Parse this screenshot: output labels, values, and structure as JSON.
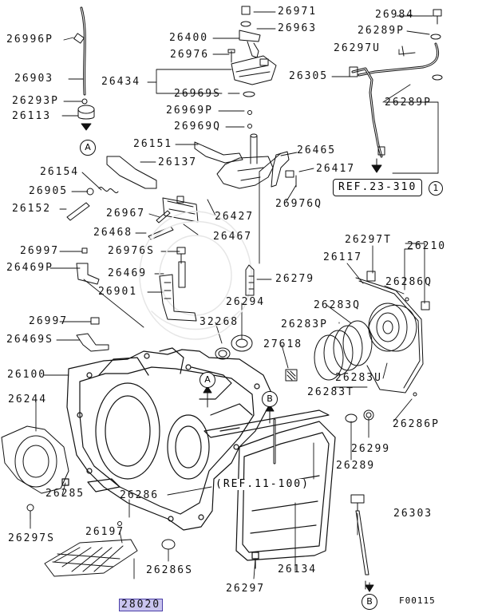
{
  "diagram": {
    "figure_id": "F00115",
    "highlighted_part": "28020",
    "references": {
      "ref_23": "REF.23-310",
      "ref_23_num": "1",
      "ref_11": "(REF.11-100)"
    },
    "connectors": {
      "a": "A",
      "b": "B"
    },
    "parts": {
      "p26971": "26971",
      "p26984": "26984",
      "p26963": "26963",
      "p26289P_top": "26289P",
      "p26996P": "26996P",
      "p26400": "26400",
      "p26297U": "26297U",
      "p26976": "26976",
      "p26903": "26903",
      "p26434": "26434",
      "p26305": "26305",
      "p26969S": "26969S",
      "p26289P_mid": "26289P",
      "p26293P": "26293P",
      "p26969P": "26969P",
      "p26113": "26113",
      "p26969Q": "26969Q",
      "p26151": "26151",
      "p26465": "26465",
      "p26137": "26137",
      "p26417": "26417",
      "p26154": "26154",
      "p26905": "26905",
      "p26976Q": "26976Q",
      "p26152": "26152",
      "p26967": "26967",
      "p26427": "26427",
      "p26468": "26468",
      "p26467": "26467",
      "p26297T": "26297T",
      "p26210": "26210",
      "p26997_a": "26997",
      "p26976S": "26976S",
      "p26117": "26117",
      "p26469P": "26469P",
      "p26469": "26469",
      "p26279": "26279",
      "p26286Q": "26286Q",
      "p26901": "26901",
      "p26294": "26294",
      "p26283Q": "26283Q",
      "p26997_b": "26997",
      "p32268": "32268",
      "p26283P": "26283P",
      "p26469S": "26469S",
      "p27618": "27618",
      "p26100": "26100",
      "p26283U": "26283U",
      "p26283T": "26283T",
      "p26244": "26244",
      "p26286P": "26286P",
      "p26299": "26299",
      "p26289_bot": "26289",
      "p26285": "26285",
      "p26286": "26286",
      "p26303": "26303",
      "p26297S": "26297S",
      "p26197": "26197",
      "p26286S": "26286S",
      "p26134": "26134",
      "p26297": "26297",
      "p28020": "28020"
    }
  }
}
